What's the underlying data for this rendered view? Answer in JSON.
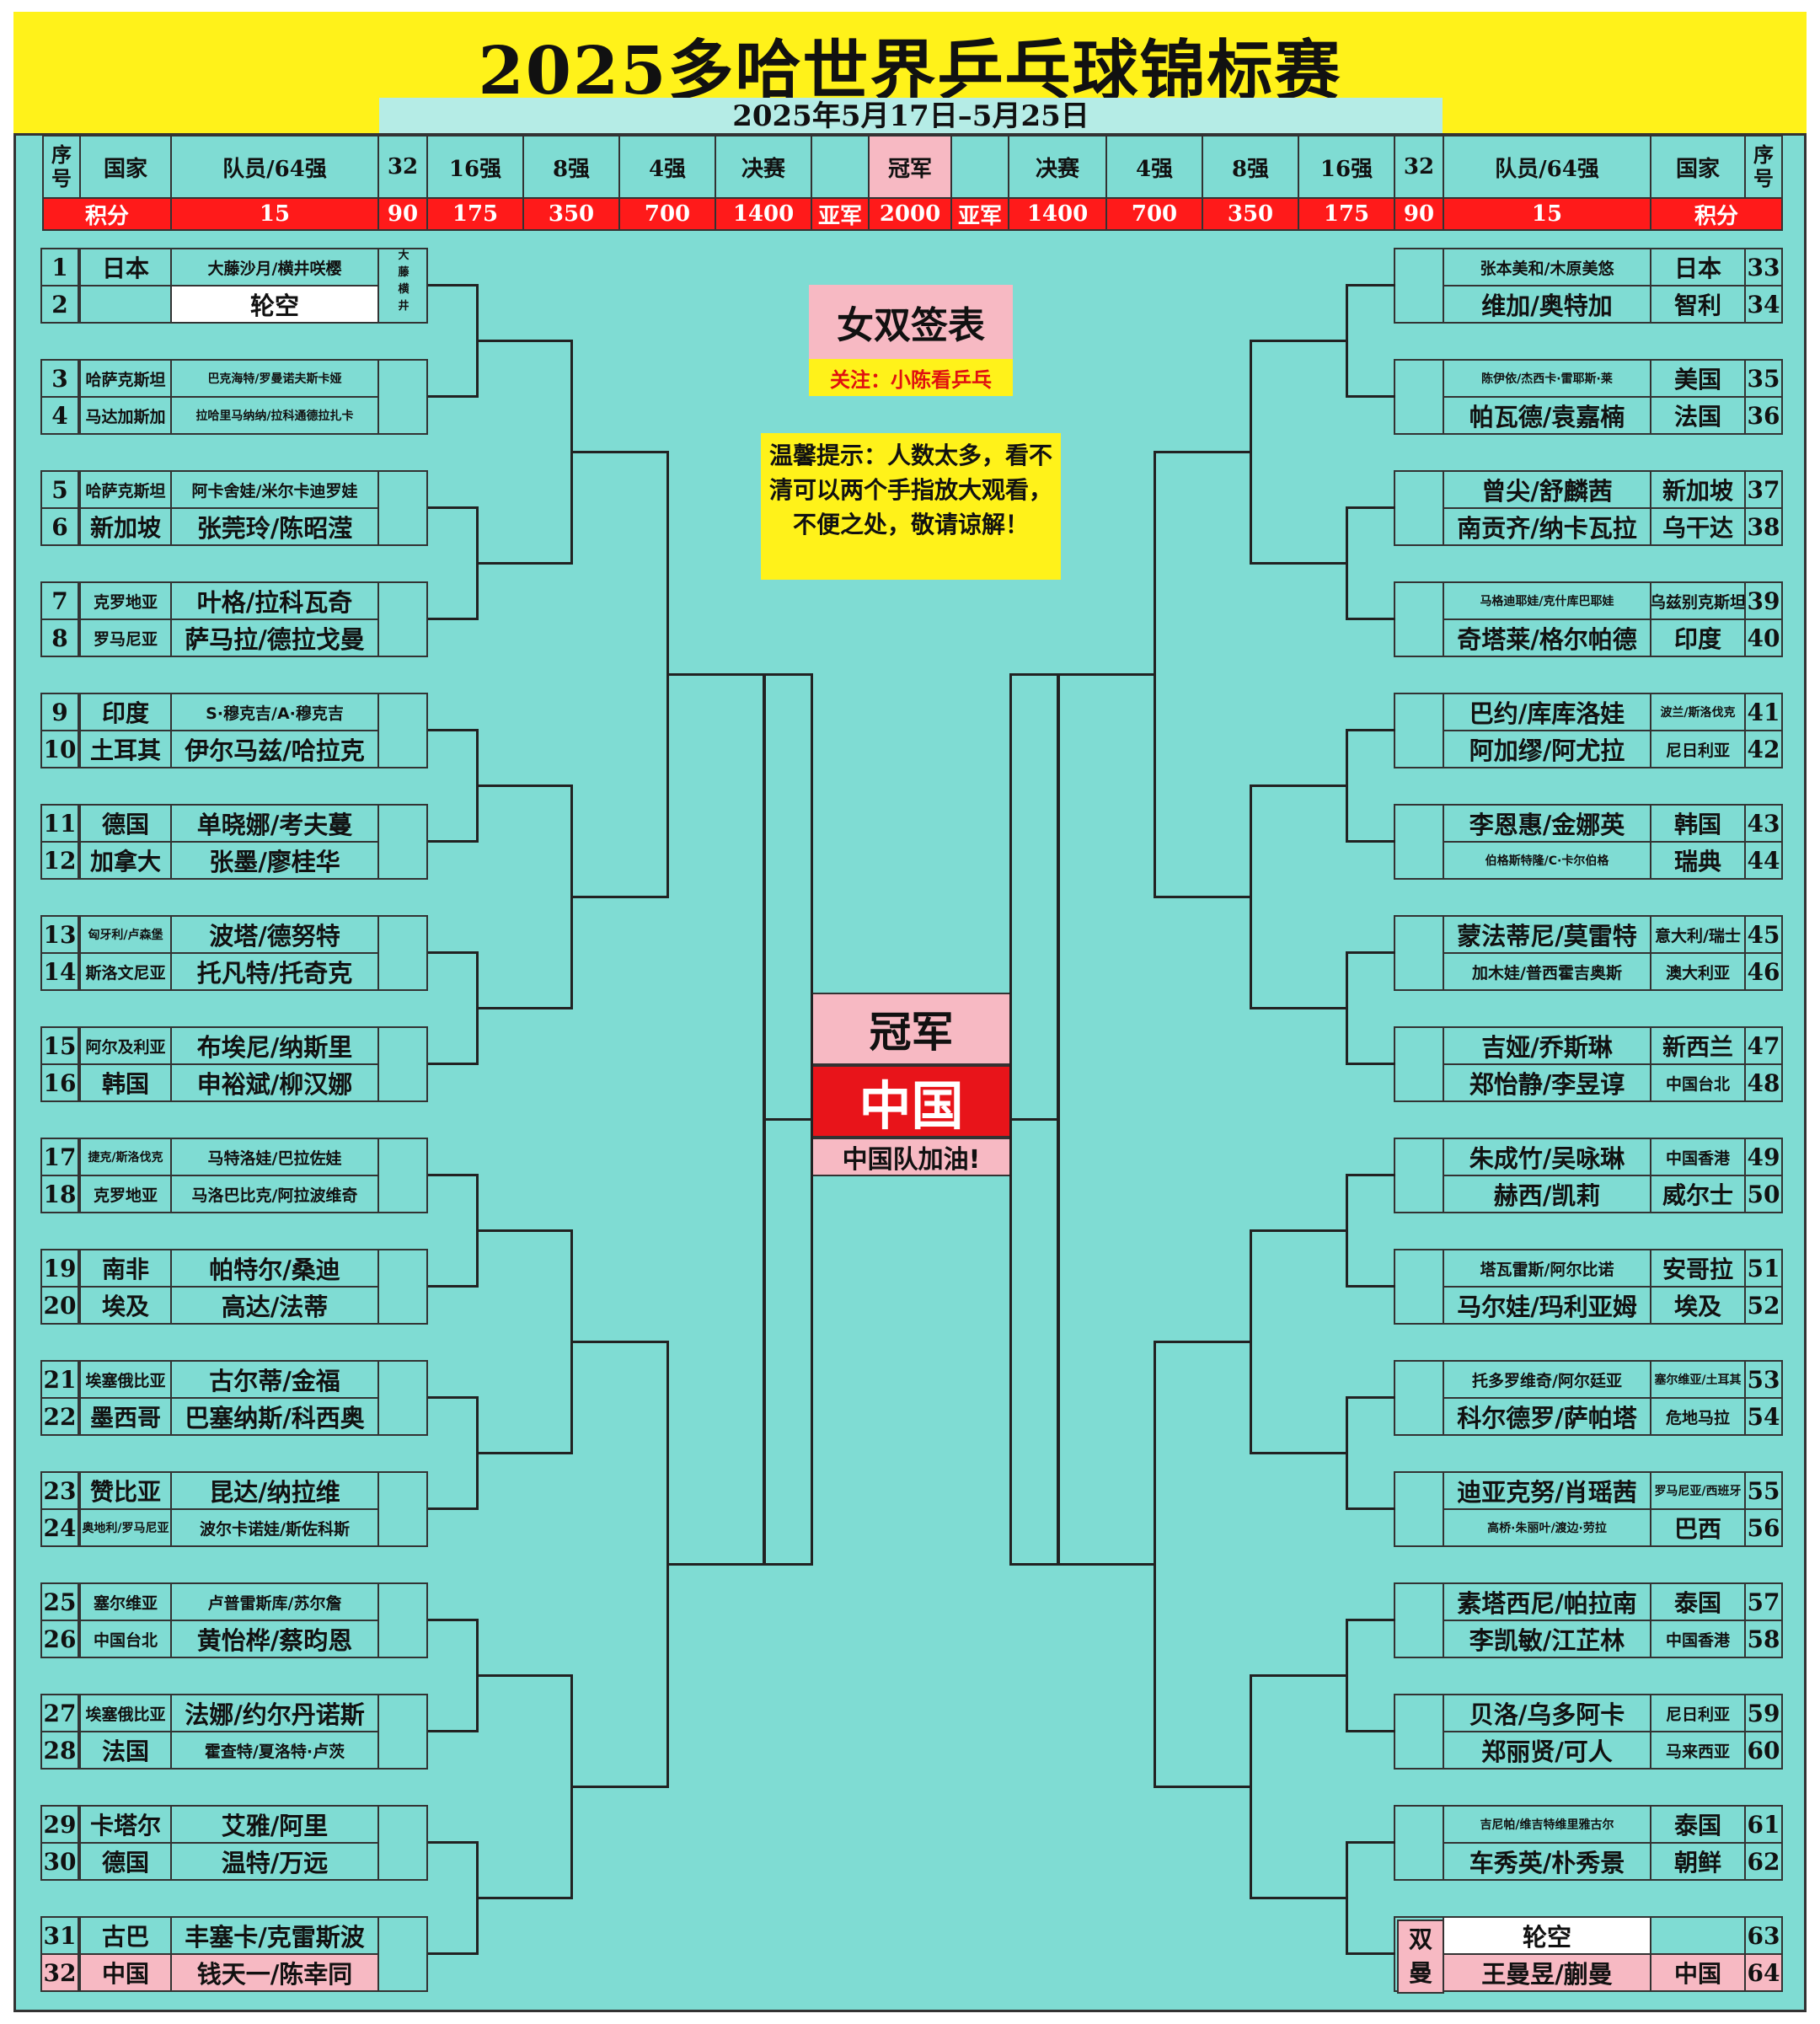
{
  "header": {
    "title": "2025多哈世界乒乓球锦标赛",
    "dates": "2025年5月17日–5月25日"
  },
  "columns": {
    "left": {
      "seq": "序号",
      "country": "国家",
      "players": "队员/64强",
      "r32": "32",
      "r16": "16强",
      "qf": "8强",
      "sf": "4强",
      "final": "决赛"
    },
    "champion": "冠军",
    "right": {
      "final": "决赛",
      "sf": "4强",
      "qf": "8强",
      "r16": "16强",
      "r32": "32",
      "players": "队员/64强",
      "country": "国家",
      "seq": "序号"
    }
  },
  "points": {
    "label": "积分",
    "r64": "15",
    "r32": "90",
    "r16": "175",
    "qf": "350",
    "sf": "700",
    "final": "1400",
    "runner_up_label": "亚军",
    "champion": "2000"
  },
  "center": {
    "draw_title": "女双签表",
    "follow": "关注：小陈看乒乓",
    "tip": "温馨提示：人数太多，看不清可以两个手指放大观看，不便之处，敬请谅解！",
    "champion_label": "冠军",
    "champion_name": "中国",
    "cheer": "中国队加油!"
  },
  "r32_winner_1": "大藤横井",
  "double_m_label": "双曼",
  "left_entries": [
    {
      "seq": "1",
      "country": "日本",
      "players": "大藤沙月/横井咲樱"
    },
    {
      "seq": "2",
      "country": "",
      "players": "轮空"
    },
    {
      "seq": "3",
      "country": "哈萨克斯坦",
      "players": "巴克海特/罗曼诺夫斯卡娅"
    },
    {
      "seq": "4",
      "country": "马达加斯加",
      "players": "拉哈里马纳纳/拉科通德拉扎卡"
    },
    {
      "seq": "5",
      "country": "哈萨克斯坦",
      "players": "阿卡舍娃/米尔卡迪罗娃"
    },
    {
      "seq": "6",
      "country": "新加坡",
      "players": "张莞玲/陈昭滢"
    },
    {
      "seq": "7",
      "country": "克罗地亚",
      "players": "叶格/拉科瓦奇"
    },
    {
      "seq": "8",
      "country": "罗马尼亚",
      "players": "萨马拉/德拉戈曼"
    },
    {
      "seq": "9",
      "country": "印度",
      "players": "S·穆克吉/A·穆克吉"
    },
    {
      "seq": "10",
      "country": "土耳其",
      "players": "伊尔马兹/哈拉克"
    },
    {
      "seq": "11",
      "country": "德国",
      "players": "单晓娜/考夫蔓"
    },
    {
      "seq": "12",
      "country": "加拿大",
      "players": "张墨/廖桂华"
    },
    {
      "seq": "13",
      "country": "匈牙利/卢森堡",
      "players": "波塔/德努特"
    },
    {
      "seq": "14",
      "country": "斯洛文尼亚",
      "players": "托凡特/托奇克"
    },
    {
      "seq": "15",
      "country": "阿尔及利亚",
      "players": "布埃尼/纳斯里"
    },
    {
      "seq": "16",
      "country": "韩国",
      "players": "申裕斌/柳汉娜"
    },
    {
      "seq": "17",
      "country": "捷克/斯洛伐克",
      "players": "马特洛娃/巴拉佐娃"
    },
    {
      "seq": "18",
      "country": "克罗地亚",
      "players": "马洛巴比克/阿拉波维奇"
    },
    {
      "seq": "19",
      "country": "南非",
      "players": "帕特尔/桑迪"
    },
    {
      "seq": "20",
      "country": "埃及",
      "players": "高达/法蒂"
    },
    {
      "seq": "21",
      "country": "埃塞俄比亚",
      "players": "古尔蒂/金福"
    },
    {
      "seq": "22",
      "country": "墨西哥",
      "players": "巴塞纳斯/科西奥"
    },
    {
      "seq": "23",
      "country": "赞比亚",
      "players": "昆达/纳拉维"
    },
    {
      "seq": "24",
      "country": "奥地利/罗马尼亚",
      "players": "波尔卡诺娃/斯佐科斯"
    },
    {
      "seq": "25",
      "country": "塞尔维亚",
      "players": "卢普雷斯库/苏尔詹"
    },
    {
      "seq": "26",
      "country": "中国台北",
      "players": "黄怡桦/蔡昀恩"
    },
    {
      "seq": "27",
      "country": "埃塞俄比亚",
      "players": "法娜/约尔丹诺斯"
    },
    {
      "seq": "28",
      "country": "法国",
      "players": "霍查特/夏洛特·卢茨"
    },
    {
      "seq": "29",
      "country": "卡塔尔",
      "players": "艾雅/阿里"
    },
    {
      "seq": "30",
      "country": "德国",
      "players": "温特/万远"
    },
    {
      "seq": "31",
      "country": "古巴",
      "players": "丰塞卡/克雷斯波"
    },
    {
      "seq": "32",
      "country": "中国",
      "players": "钱天一/陈幸同"
    }
  ],
  "right_entries": [
    {
      "seq": "33",
      "country": "日本",
      "players": "张本美和/木原美悠"
    },
    {
      "seq": "34",
      "country": "智利",
      "players": "维加/奥特加"
    },
    {
      "seq": "35",
      "country": "美国",
      "players": "陈伊依/杰西卡·雷耶斯·莱"
    },
    {
      "seq": "36",
      "country": "法国",
      "players": "帕瓦德/袁嘉楠"
    },
    {
      "seq": "37",
      "country": "新加坡",
      "players": "曾尖/舒麟茜"
    },
    {
      "seq": "38",
      "country": "乌干达",
      "players": "南贡齐/纳卡瓦拉"
    },
    {
      "seq": "39",
      "country": "乌兹别克斯坦",
      "players": "马格迪耶娃/克什库巴耶娃"
    },
    {
      "seq": "40",
      "country": "印度",
      "players": "奇塔莱/格尔帕德"
    },
    {
      "seq": "41",
      "country": "波兰/斯洛伐克",
      "players": "巴约/库库洛娃"
    },
    {
      "seq": "42",
      "country": "尼日利亚",
      "players": "阿加缪/阿尤拉"
    },
    {
      "seq": "43",
      "country": "韩国",
      "players": "李恩惠/金娜英"
    },
    {
      "seq": "44",
      "country": "瑞典",
      "players": "伯格斯特隆/C·卡尔伯格"
    },
    {
      "seq": "45",
      "country": "意大利/瑞士",
      "players": "蒙法蒂尼/莫雷特"
    },
    {
      "seq": "46",
      "country": "澳大利亚",
      "players": "加木娃/普西霍吉奥斯"
    },
    {
      "seq": "47",
      "country": "新西兰",
      "players": "吉娅/乔斯琳"
    },
    {
      "seq": "48",
      "country": "中国台北",
      "players": "郑怡静/李昱谆"
    },
    {
      "seq": "49",
      "country": "中国香港",
      "players": "朱成竹/吴咏琳"
    },
    {
      "seq": "50",
      "country": "威尔士",
      "players": "赫西/凯莉"
    },
    {
      "seq": "51",
      "country": "安哥拉",
      "players": "塔瓦雷斯/阿尔比诺"
    },
    {
      "seq": "52",
      "country": "埃及",
      "players": "马尔娃/玛利亚姆"
    },
    {
      "seq": "53",
      "country": "塞尔维亚/土耳其",
      "players": "托多罗维奇/阿尔廷亚"
    },
    {
      "seq": "54",
      "country": "危地马拉",
      "players": "科尔德罗/萨帕塔"
    },
    {
      "seq": "55",
      "country": "罗马尼亚/西班牙",
      "players": "迪亚克努/肖瑶茜"
    },
    {
      "seq": "56",
      "country": "巴西",
      "players": "高桥·朱丽叶/渡边·劳拉"
    },
    {
      "seq": "57",
      "country": "泰国",
      "players": "素塔西尼/帕拉南"
    },
    {
      "seq": "58",
      "country": "中国香港",
      "players": "李凯敏/江芷林"
    },
    {
      "seq": "59",
      "country": "尼日利亚",
      "players": "贝洛/乌多阿卡"
    },
    {
      "seq": "60",
      "country": "马来西亚",
      "players": "郑丽贤/可人"
    },
    {
      "seq": "61",
      "country": "泰国",
      "players": "吉尼帕/维吉特维里雅古尔"
    },
    {
      "seq": "62",
      "country": "朝鲜",
      "players": "车秀英/朴秀景"
    },
    {
      "seq": "63",
      "country": "",
      "players": "轮空"
    },
    {
      "seq": "64",
      "country": "中国",
      "players": "王曼昱/蒯曼"
    }
  ],
  "colors": {
    "background": "#7fdcd3",
    "title_yellow": "#fff21a",
    "points_red": "#ff1a1a",
    "champion_red": "#e8141a",
    "pink": "#f7b9c3"
  }
}
